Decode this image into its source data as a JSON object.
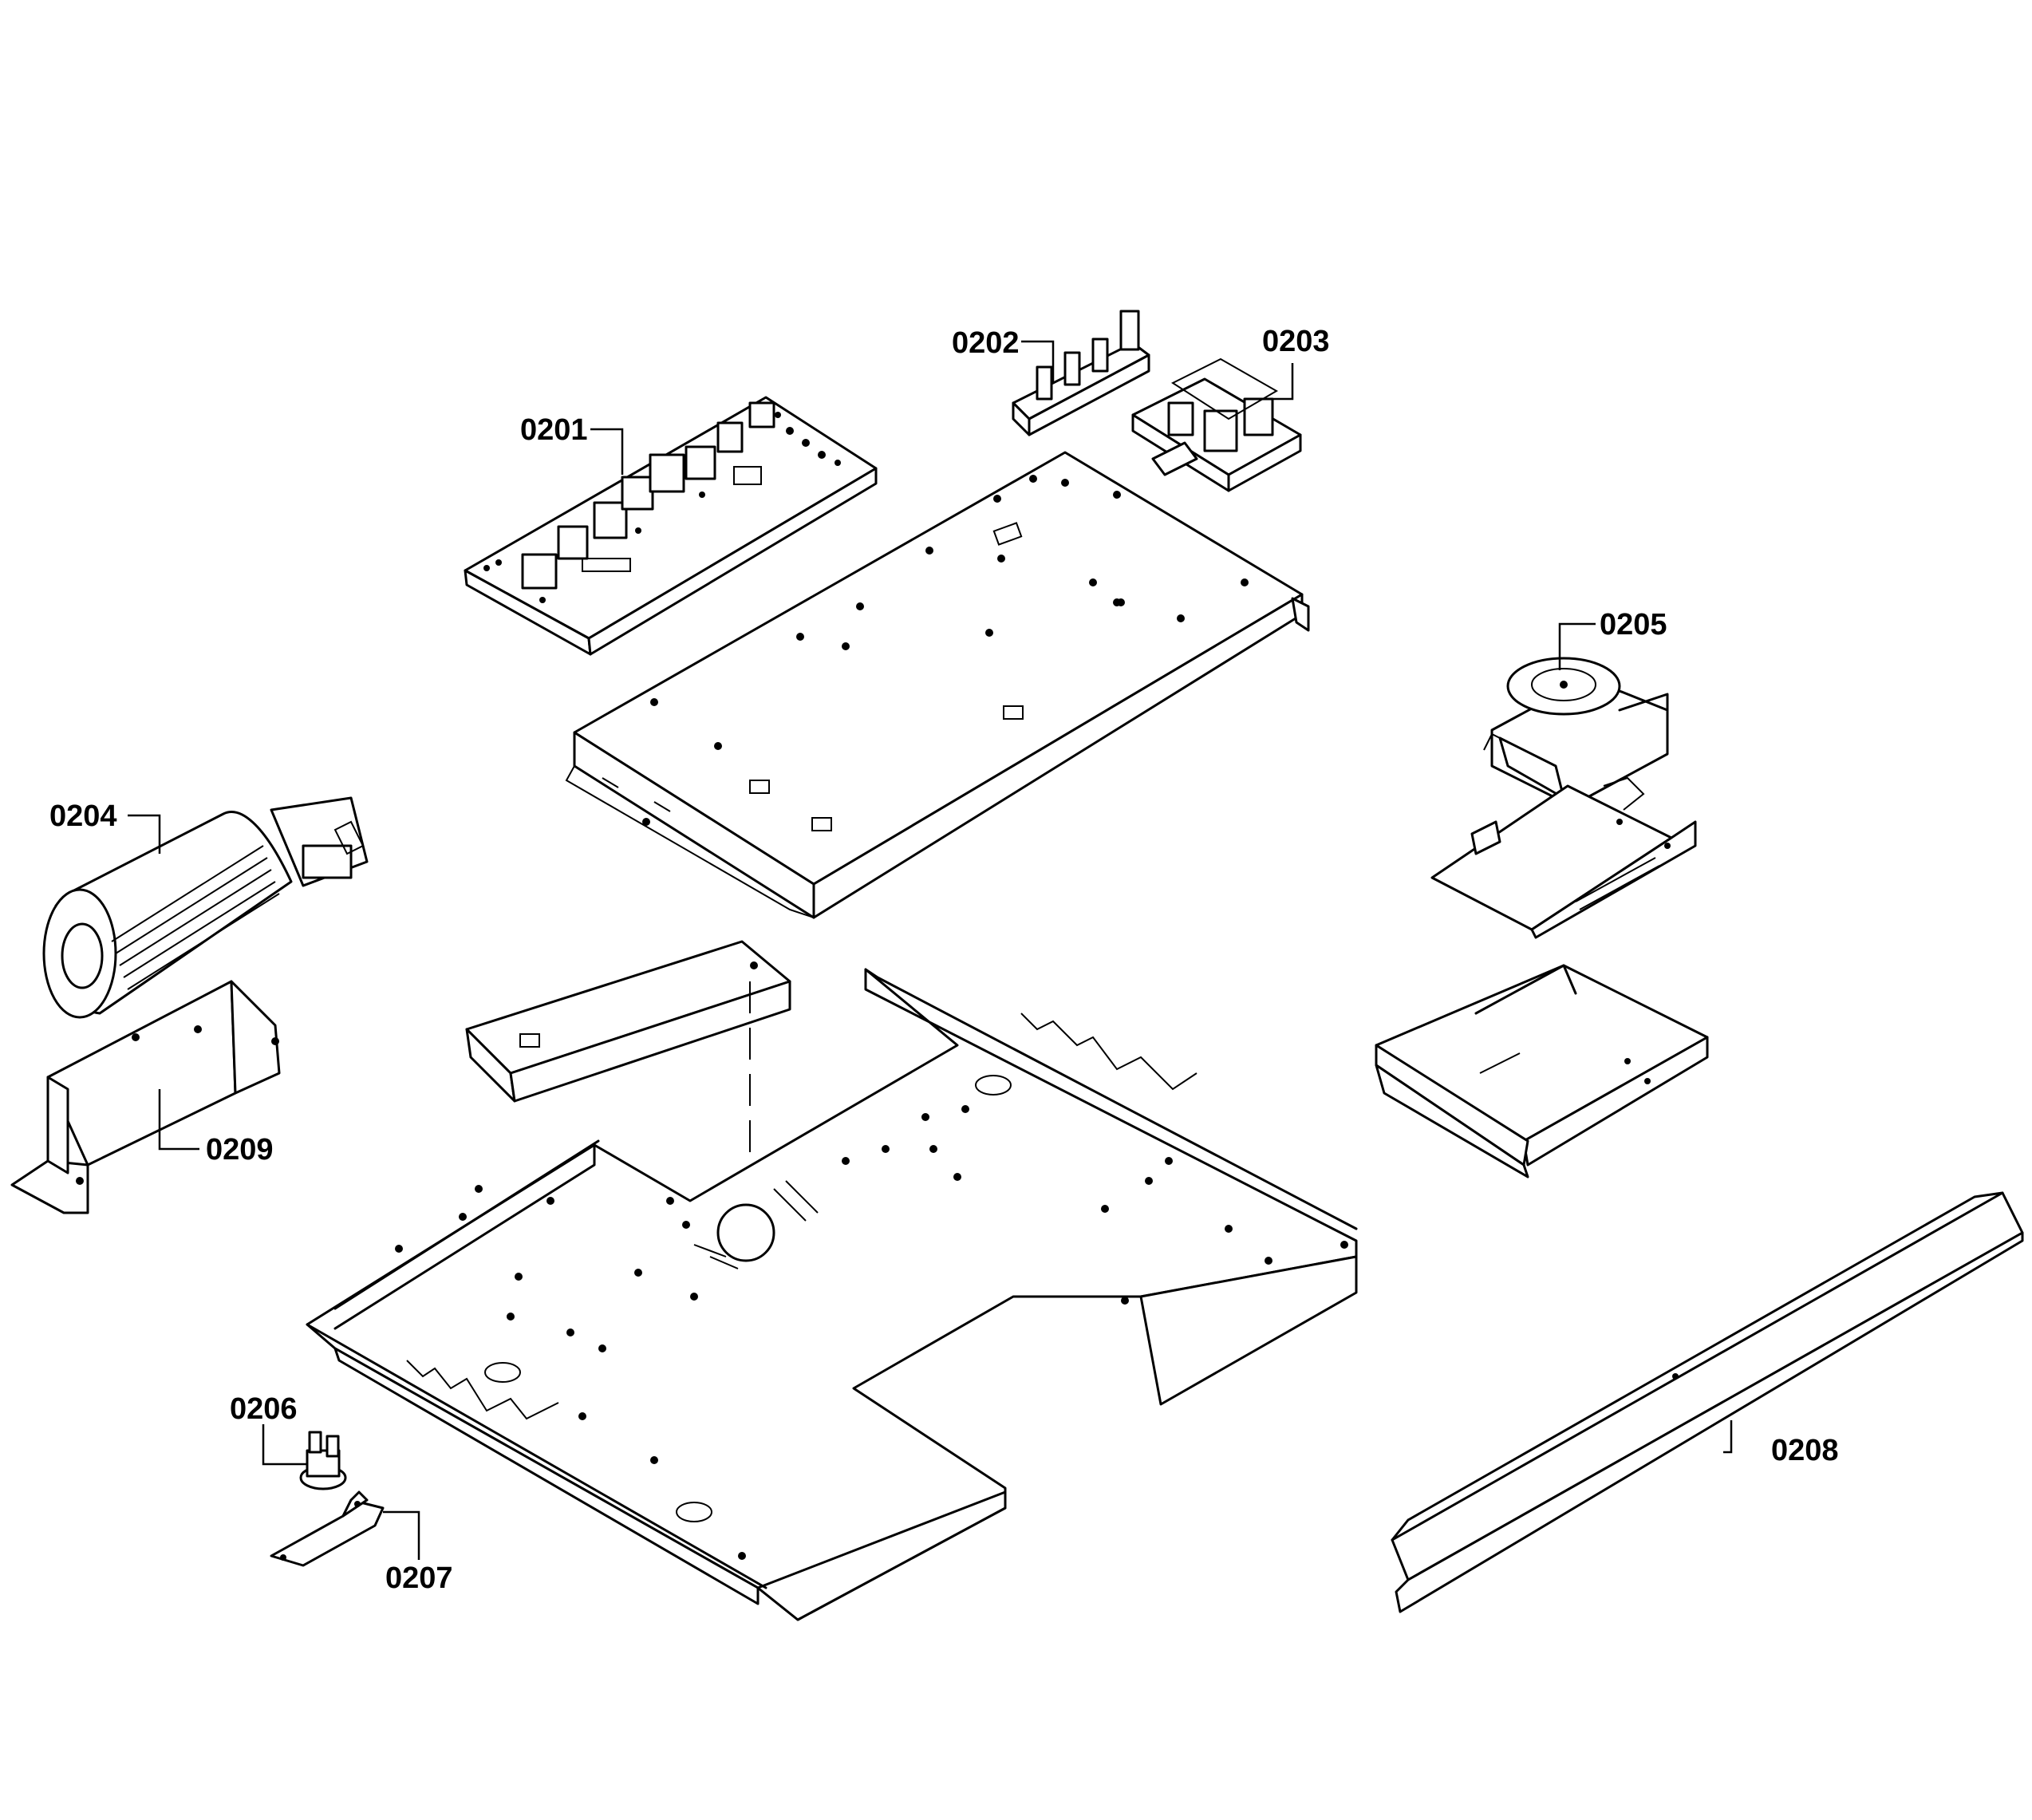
{
  "parts": [
    {
      "id": "0201",
      "label": "0201"
    },
    {
      "id": "0202",
      "label": "0202"
    },
    {
      "id": "0203",
      "label": "0203"
    },
    {
      "id": "0204",
      "label": "0204"
    },
    {
      "id": "0205",
      "label": "0205"
    },
    {
      "id": "0206",
      "label": "0206"
    },
    {
      "id": "0207",
      "label": "0207"
    },
    {
      "id": "0208",
      "label": "0208"
    },
    {
      "id": "0209",
      "label": "0209"
    }
  ]
}
